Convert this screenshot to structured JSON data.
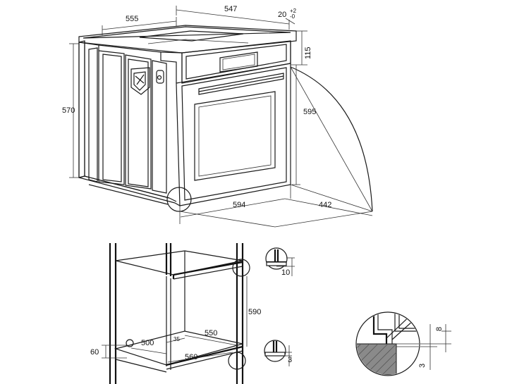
{
  "dimensions": {
    "top_depth": "555",
    "top_width": "547",
    "top_gap": "20",
    "top_gap_tol": "+2\n-0",
    "frame_height": "115",
    "side_height": "570",
    "front_height": "595",
    "front_width": "594",
    "door_swing": "442",
    "niche_gap_top": "10",
    "niche_height": "590",
    "niche_depth": "550",
    "niche_width": "500",
    "vent_offset": "35",
    "vent_size": "60",
    "niche_base_width": "560",
    "niche_gap_bottom": "3",
    "detail_8": "8",
    "detail_3": "3"
  },
  "colors": {
    "line": "#1a1a1a",
    "hatch": "#8a8a8a",
    "panel": "#d9d9d9"
  }
}
